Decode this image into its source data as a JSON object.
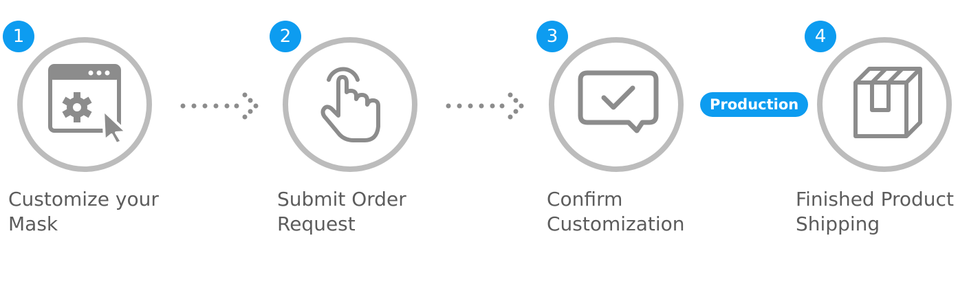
{
  "colors": {
    "accent": "#0d9cf0",
    "circle_border": "#bcbcbc",
    "icon_gray": "#8c8c8c",
    "text": "#5c5c5c"
  },
  "steps": [
    {
      "number": "1",
      "label_line1": "Customize your",
      "label_line2": "Mask",
      "icon": "browser-settings-cursor-icon"
    },
    {
      "number": "2",
      "label_line1": "Submit Order",
      "label_line2": "Request",
      "icon": "tap-hand-icon"
    },
    {
      "number": "3",
      "label_line1": "Confirm",
      "label_line2": "Customization",
      "icon": "chat-check-icon"
    },
    {
      "number": "4",
      "label_line1": "Finished Product",
      "label_line2": "Shipping",
      "icon": "package-box-icon"
    }
  ],
  "connector_3_4": {
    "label": "Production"
  }
}
